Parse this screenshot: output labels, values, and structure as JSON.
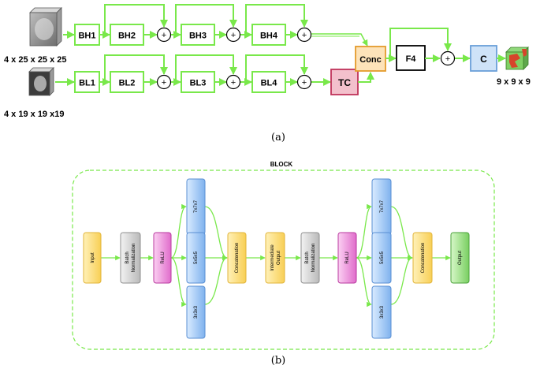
{
  "figure_a": {
    "caption": "(a)",
    "inputs": {
      "high_res_label": "4 x 25 x 25 x 25",
      "low_res_label": "4 x 19 x 19 x19"
    },
    "high_path_blocks": [
      "BH1",
      "BH2",
      "BH3",
      "BH4"
    ],
    "low_path_blocks": [
      "BL1",
      "BL2",
      "BL3",
      "BL4"
    ],
    "plus_symbol": "+",
    "tc_label": "TC",
    "conc_label": "Conc",
    "f4_label": "F4",
    "c_label": "C",
    "output_label": "9  x 9 x 9",
    "colors": {
      "arrow": "#79e84a",
      "tc_fill": "#f3c0cc",
      "tc_stroke": "#c0335a",
      "conc_fill": "#fde3b9",
      "conc_stroke": "#e49a2b",
      "c_fill": "#cfe3f8",
      "c_stroke": "#6a9fd9"
    }
  },
  "figure_b": {
    "caption": "(b)",
    "title": "BLOCK",
    "nodes": {
      "input": "Input",
      "bn1_l1": "Batch",
      "bn1_l2": "Normalization",
      "relu1": "ReLU",
      "conv7_1": "7x7x7",
      "conv5_1": "5x5x5",
      "conv3_1": "3x3x3",
      "concat1": "Concatenation",
      "inter_l1": "Intermediate",
      "inter_l2": "Output",
      "bn2_l1": "Batch",
      "bn2_l2": "Normalization",
      "relu2": "ReLU",
      "conv7_2": "7x7x7",
      "conv5_2": "5x5x5",
      "conv3_2": "3x3x3",
      "concat2": "Concatenation",
      "output": "Output"
    },
    "colors": {
      "yellow": "#fde28a",
      "yellow_stroke": "#e2b43a",
      "gray": "#dcdcdc",
      "gray_stroke": "#8f8f8f",
      "pink": "#f4a3e4",
      "pink_stroke": "#b9399f",
      "blue": "#a9cef7",
      "blue_stroke": "#5a8fd3",
      "green": "#9fe08d",
      "green_stroke": "#4aa23a",
      "arrow": "#79e84a"
    }
  }
}
